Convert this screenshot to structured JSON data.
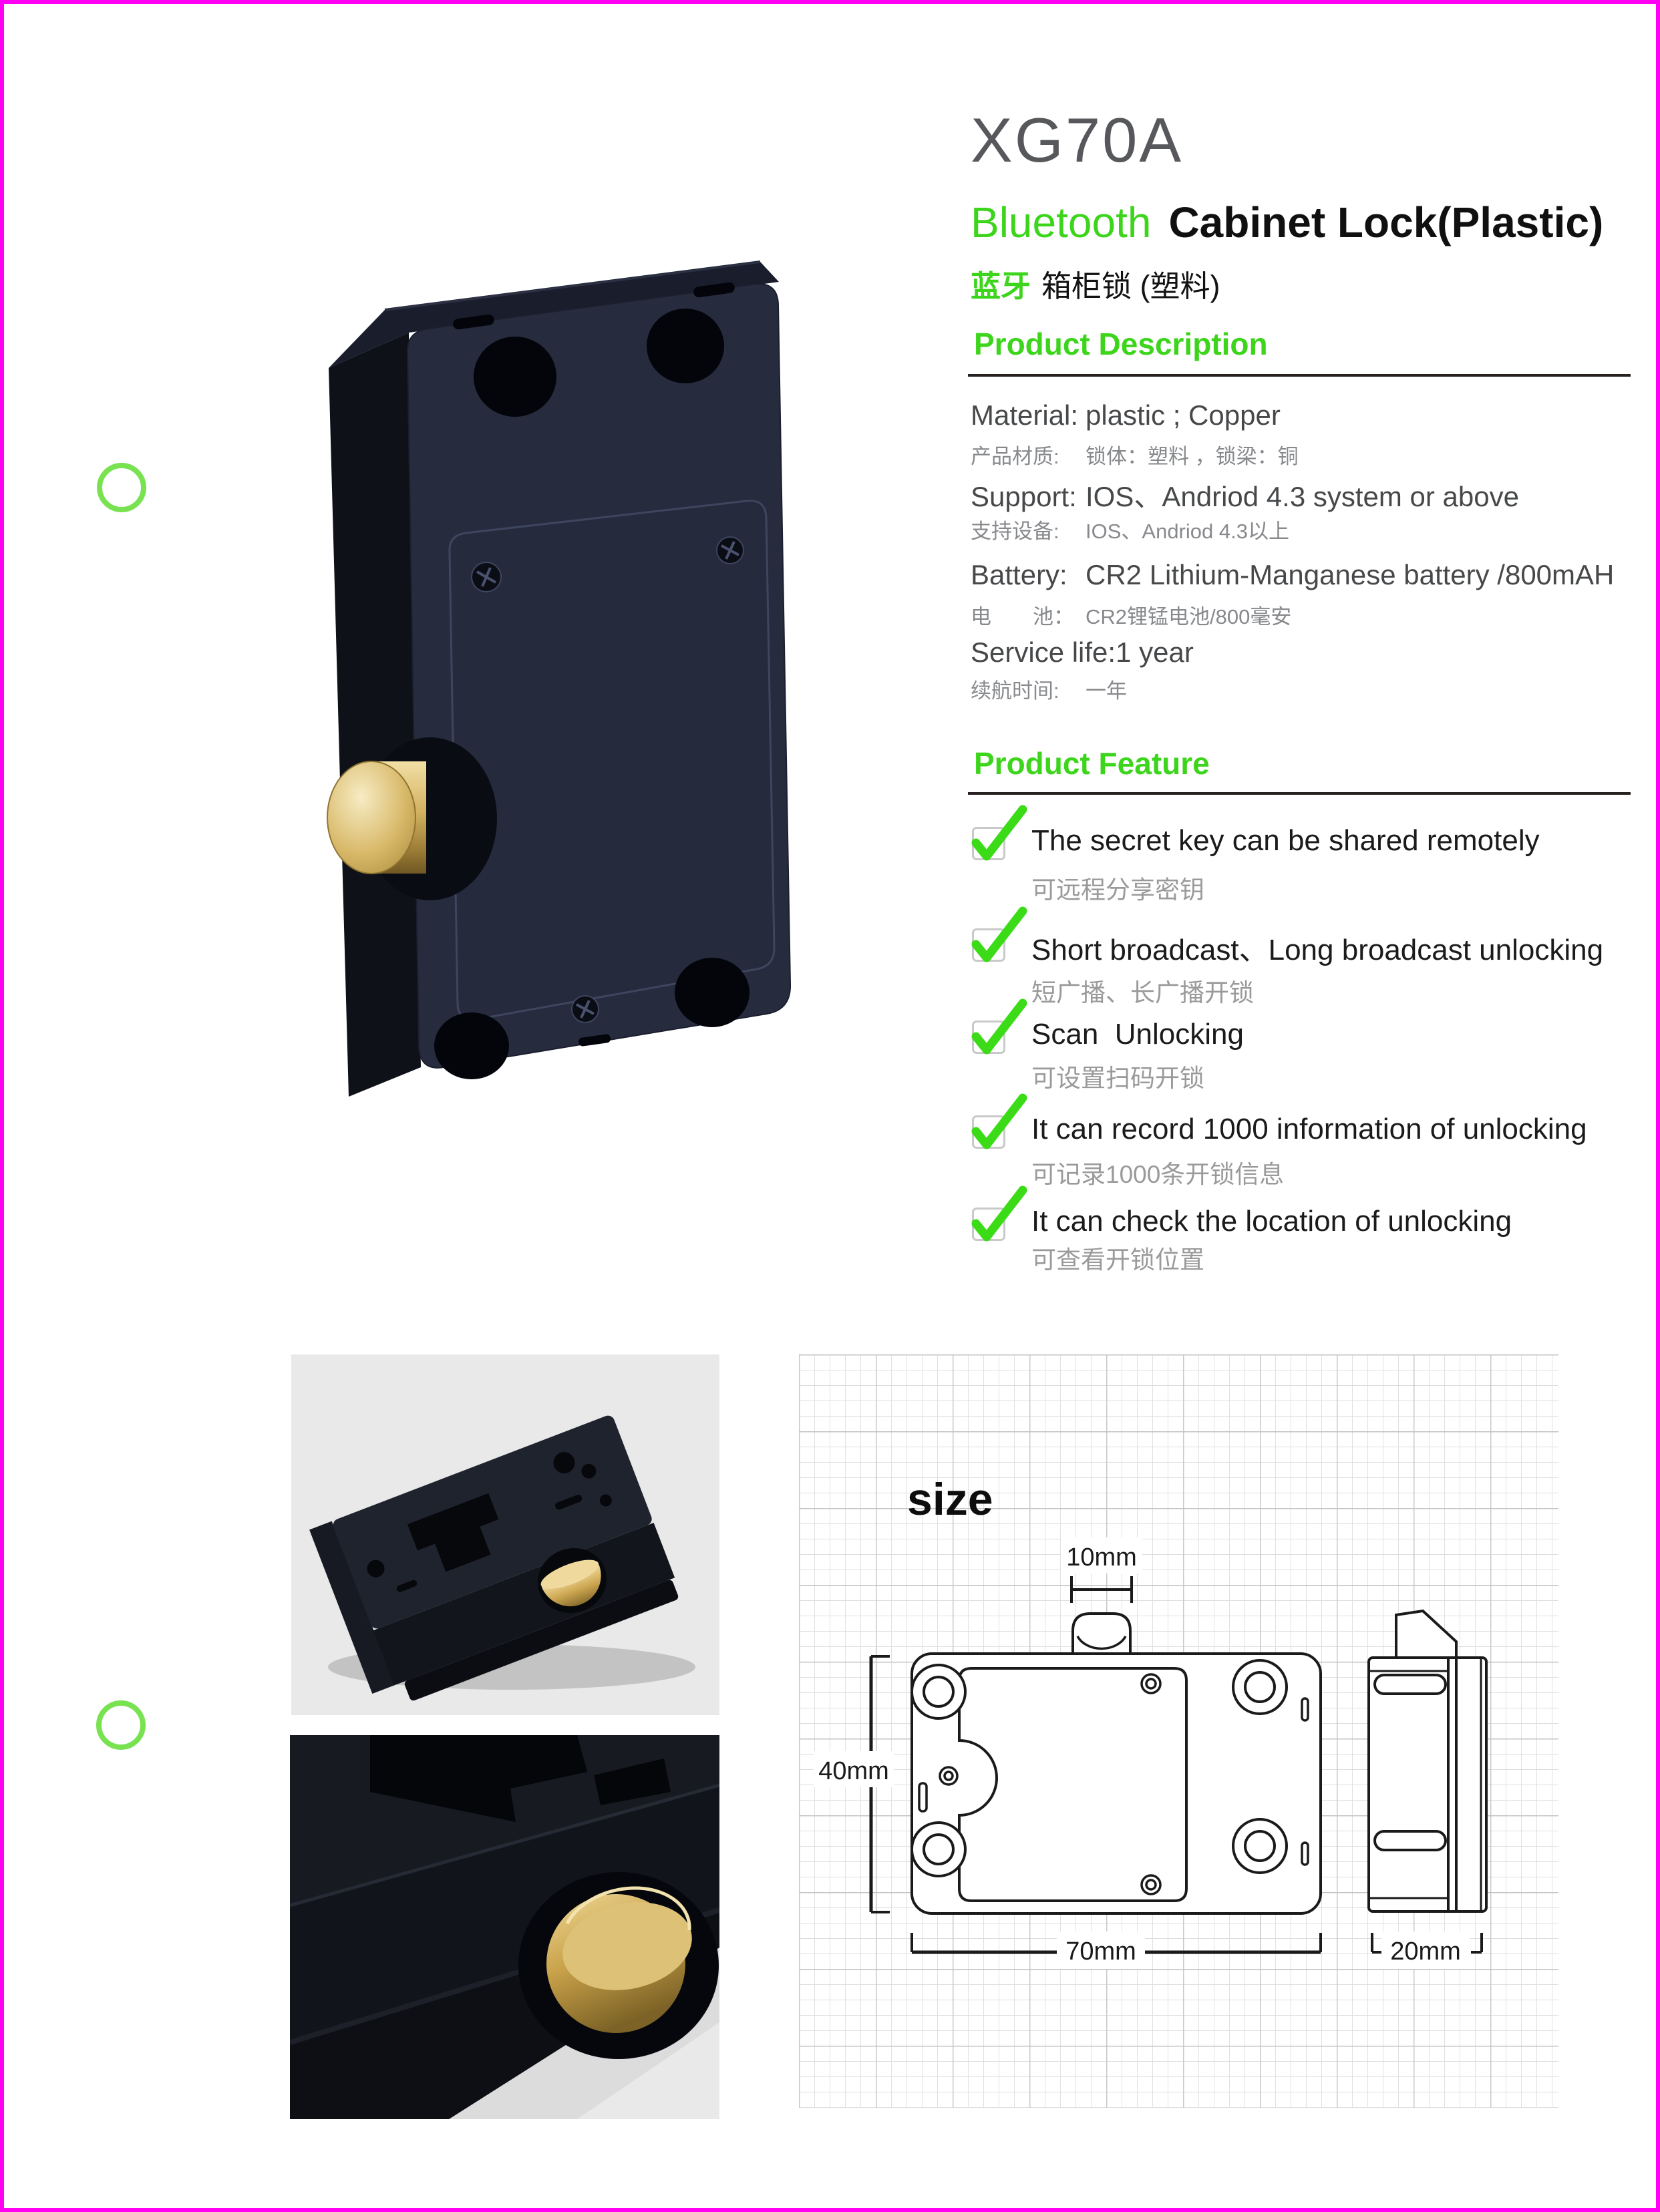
{
  "header": {
    "model": "XG70A",
    "title_highlight": "Bluetooth",
    "title_rest": "Cabinet Lock(Plastic)",
    "subtitle_highlight": "蓝牙",
    "subtitle_rest": "箱柜锁 (塑料)"
  },
  "description": {
    "heading": "Product Description",
    "rows": [
      {
        "label": "Material:",
        "value": "plastic ; Copper",
        "label_cn": "产品材质:",
        "value_cn": "锁体：塑料 ，锁梁：铜"
      },
      {
        "label": "Support:",
        "value": "IOS、Andriod 4.3 system or above",
        "label_cn": "支持设备:",
        "value_cn": "IOS、Andriod 4.3以上"
      },
      {
        "label": "Battery:",
        "value": "CR2 Lithium-Manganese battery /800mAH",
        "label_cn": "电　　池：",
        "value_cn": "CR2锂锰电池/800毫安"
      },
      {
        "label": "Service life:",
        "value": "1 year",
        "label_cn": "续航时间:",
        "value_cn": "一年"
      }
    ]
  },
  "features": {
    "heading": "Product Feature",
    "items": [
      {
        "en": "The secret key can be shared remotely",
        "cn": "可远程分享密钥"
      },
      {
        "en": "Short broadcast、Long broadcast unlocking",
        "cn": "短广播、长广播开锁"
      },
      {
        "en": "Scan  Unlocking",
        "cn": "可设置扫码开锁"
      },
      {
        "en": "It can record 1000 information of unlocking",
        "cn": "可记录1000条开锁信息"
      },
      {
        "en": "It can check the location of unlocking",
        "cn": "可查看开锁位置"
      }
    ]
  },
  "size_panel": {
    "heading": "size",
    "dims": {
      "top": "10mm",
      "left": "40mm",
      "bottom_front": "70mm",
      "bottom_side": "20mm"
    }
  },
  "colors": {
    "accent_green": "#3cd51b",
    "check_green": "#3bdc17",
    "border_magenta": "#ff00f2",
    "rule_dark": "#27221f",
    "gold": "#d1ab55",
    "lock_body": "#262b3e",
    "photo_bg_gray": "#e9e9e9",
    "grid_line": "#dedede"
  }
}
